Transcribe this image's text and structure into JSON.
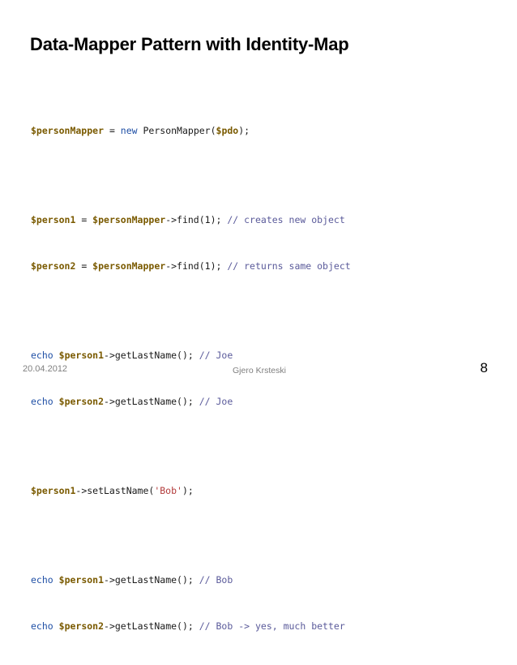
{
  "slide": {
    "title": "Data-Mapper Pattern with Identity-Map",
    "footer": {
      "date": "20.04.2012",
      "author": "Gjero Krsteski",
      "page_number": "8"
    }
  },
  "code": {
    "l1": {
      "a": "$personMapper",
      "b": " = ",
      "c": "new",
      "d": " PersonMapper(",
      "e": "$pdo",
      "f": ");"
    },
    "l2": {
      "a": "$person1",
      "b": " = ",
      "c": "$personMapper",
      "d": "->find(1); ",
      "e": "// creates new object"
    },
    "l3": {
      "a": "$person2",
      "b": " = ",
      "c": "$personMapper",
      "d": "->find(1); ",
      "e": "// returns same object"
    },
    "l4": {
      "a": "echo",
      "b": " ",
      "c": "$person1",
      "d": "->getLastName(); ",
      "e": "// Joe"
    },
    "l5": {
      "a": "echo",
      "b": " ",
      "c": "$person2",
      "d": "->getLastName(); ",
      "e": "// Joe"
    },
    "l6": {
      "a": "$person1",
      "b": "->setLastName(",
      "c": "'Bob'",
      "d": ");"
    },
    "l7": {
      "a": "echo",
      "b": " ",
      "c": "$person1",
      "d": "->getLastName(); ",
      "e": "// Bob"
    },
    "l8": {
      "a": "echo",
      "b": " ",
      "c": "$person2",
      "d": "->getLastName(); ",
      "e": "// Bob -> yes, much better"
    }
  }
}
